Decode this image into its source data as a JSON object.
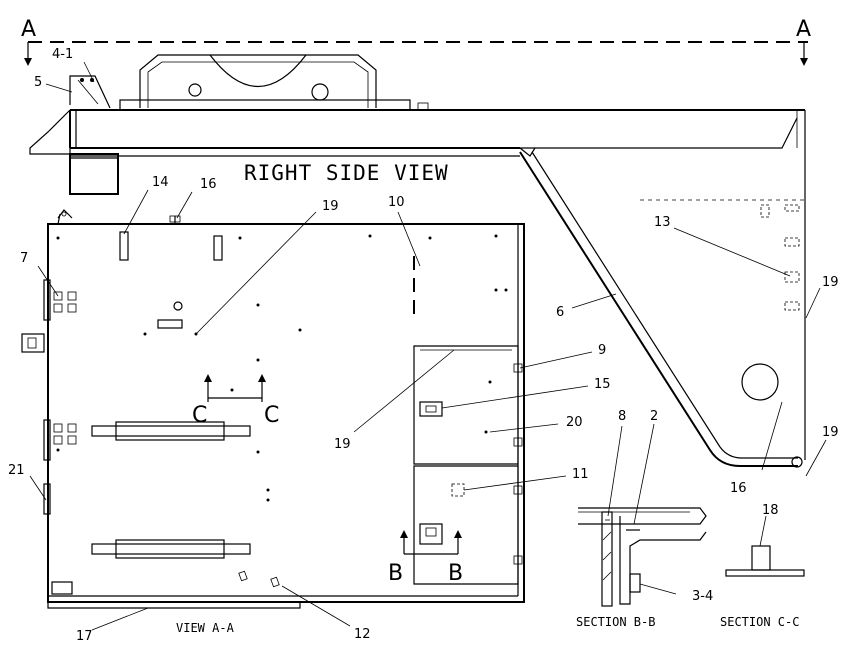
{
  "diagram": {
    "title": "RIGHT SIDE VIEW",
    "section_marks": {
      "a": "A",
      "b": "B",
      "c": "C"
    },
    "captions": {
      "view_a": "VIEW A-A",
      "section_b": "SECTION B-B",
      "section_c": "SECTION C-C"
    },
    "callouts": {
      "c4_1": "4-1",
      "c5": "5",
      "c14": "14",
      "c16": "16",
      "c19": "19",
      "c10": "10",
      "c7": "7",
      "c13": "13",
      "c6": "6",
      "c9": "9",
      "c15": "15",
      "c20": "20",
      "c11": "11",
      "c8": "8",
      "c2": "2",
      "c18": "18",
      "c21": "21",
      "c17": "17",
      "c12": "12",
      "c3_4": "3-4"
    }
  }
}
